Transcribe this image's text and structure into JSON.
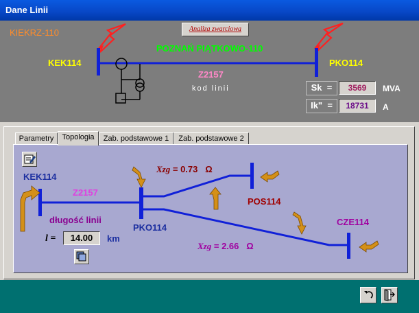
{
  "window": {
    "title": "Dane Linii"
  },
  "header": {
    "station_label": "KIEKRZ-110",
    "analysis_button": "Analiza zwarciowa",
    "line_name": "POZNAŃ PIĄTKOWO-110",
    "left_node": "KEK114",
    "right_node": "PKO114",
    "line_code": "Z2157",
    "line_code_caption": "kod linii",
    "sk_label": "Sk",
    "sk_eq": "=",
    "sk_value": "3569",
    "sk_unit": "MVA",
    "ik_label": "Ik\"",
    "ik_eq": "=",
    "ik_value": "18731",
    "ik_unit": "A"
  },
  "tabs": [
    {
      "label": "Parametry"
    },
    {
      "label": "Topologia"
    },
    {
      "label": "Zab. podstawowe 1"
    },
    {
      "label": "Zab. podstawowe 2"
    }
  ],
  "topology": {
    "kek_node": "KEK114",
    "line_code": "Z2157",
    "length_caption": "długość linii",
    "length_symbol": "l",
    "length_eq": "=",
    "length_value": "14.00",
    "length_unit": "km",
    "pko_node": "PKO114",
    "pos_node": "POS114",
    "cze_node": "CZE114",
    "xzg1_label": "Xzg",
    "xzg1_value": "= 0.73",
    "xzg1_unit": "Ω",
    "xzg2_label": "Xzg",
    "xzg2_value": "= 2.66",
    "xzg2_unit": "Ω"
  },
  "colors": {
    "title_bar": "#0848c8",
    "line_blue": "#1020d8",
    "arrow_orange": "#d49018",
    "station_orange": "#ff8c2a",
    "node_yellow": "#ffff00",
    "line_green": "#00ff00",
    "code_pink": "#ff88c8",
    "footer_teal": "#007070",
    "topology_bg": "#a8a8d0"
  },
  "icons": [
    "lightning-icon",
    "edit-icon",
    "copy-icon",
    "undo-icon",
    "exit-door-icon",
    "bent-arrow-icon"
  ]
}
